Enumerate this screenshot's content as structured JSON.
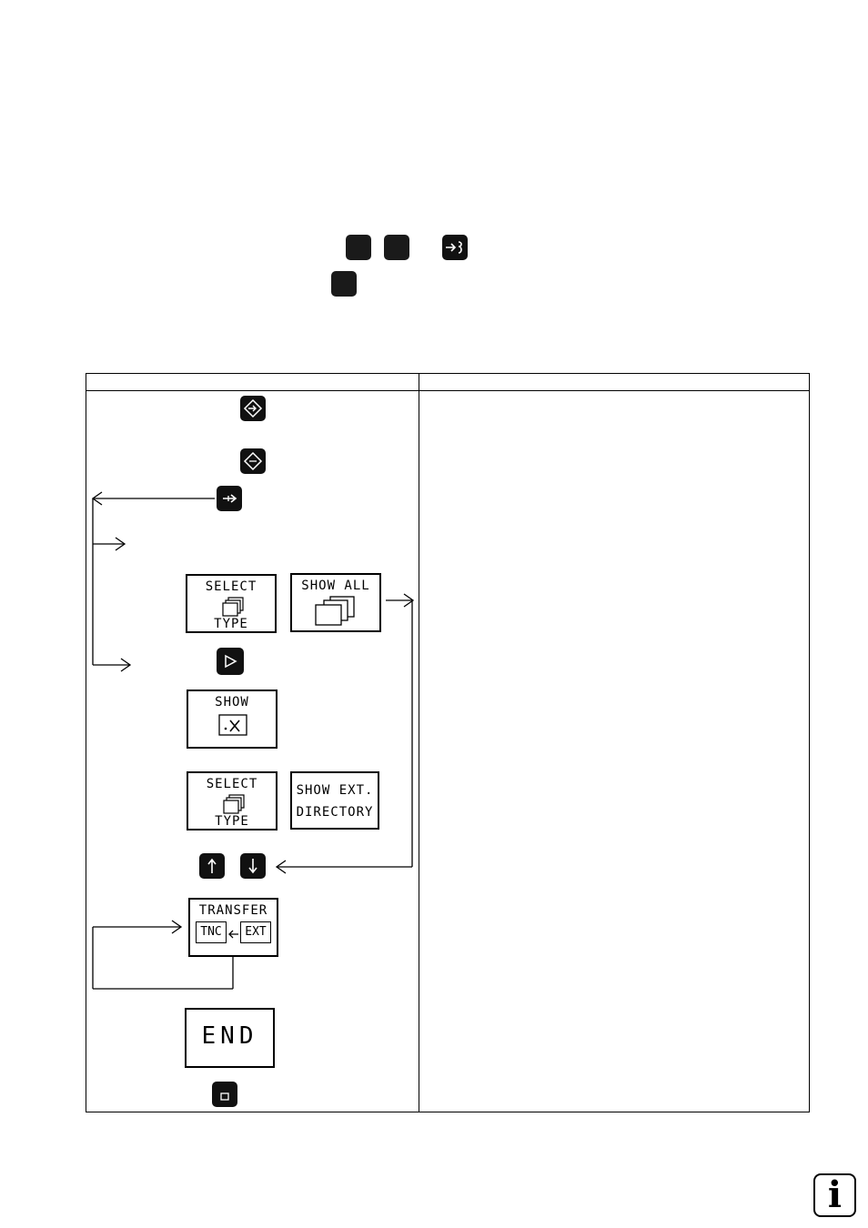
{
  "softkeys": {
    "select_type_1": {
      "line1": "SELECT",
      "line2": "TYPE"
    },
    "show_all": {
      "line1": "SHOW ALL"
    },
    "show": {
      "line1": "SHOW"
    },
    "select_type_2": {
      "line1": "SELECT",
      "line2": "TYPE"
    },
    "show_ext_directory": {
      "line1": "SHOW EXT.",
      "line2": "DIRECTORY"
    },
    "transfer": {
      "line1": "TRANSFER",
      "left_label": "TNC",
      "right_label": "EXT"
    },
    "end": {
      "line1": "END"
    }
  },
  "icons": {
    "header_key_1": "blank-key-icon",
    "header_key_2": "blank-key-icon",
    "header_key_3": "data-interface-key-icon",
    "header_key_4": "blank-key-icon",
    "row_key_programming": "programming-mode-key-icon",
    "row_key_test_run": "test-run-key-icon",
    "row_key_ext": "ext-arrow-key-icon",
    "row_key_goto": "goto-key-icon",
    "row_key_arrow_up": "arrow-up-key-icon",
    "row_key_arrow_down": "arrow-down-key-icon",
    "row_key_end": "end-block-key-icon",
    "info": "info-icon"
  },
  "info_badge": {
    "label": "i"
  }
}
